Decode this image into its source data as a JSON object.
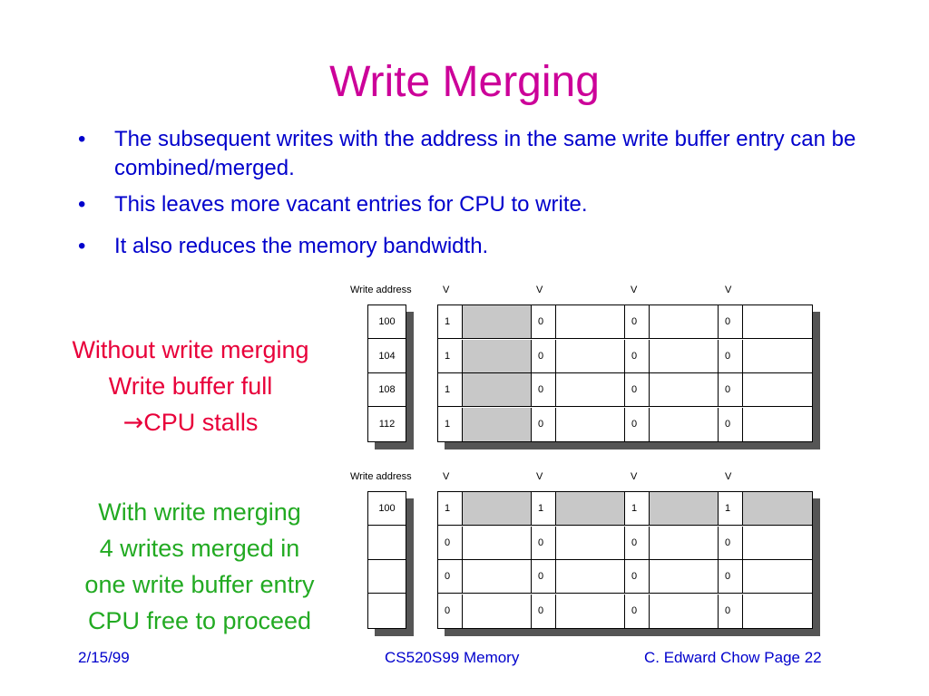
{
  "title": "Write Merging",
  "bullets": [
    "The subsequent writes with the address in the same write buffer entry can be combined/merged.",
    "This leaves more vacant entries for CPU to write.",
    "It also reduces the memory bandwidth."
  ],
  "without": {
    "line1": "Without write merging",
    "line2": "Write buffer full",
    "line3_arrow": "→",
    "line3_text": "CPU stalls"
  },
  "with": {
    "line1": "With write merging",
    "line2": "4 writes merged in",
    "line3": "one write buffer entry",
    "line4": "CPU free to proceed"
  },
  "diagram_headers": {
    "write_address": "Write address",
    "v": "V"
  },
  "diagram_top": {
    "addresses": [
      "100",
      "104",
      "108",
      "112"
    ],
    "valid": [
      [
        "1",
        "0",
        "0",
        "0"
      ],
      [
        "1",
        "0",
        "0",
        "0"
      ],
      [
        "1",
        "0",
        "0",
        "0"
      ],
      [
        "1",
        "0",
        "0",
        "0"
      ]
    ]
  },
  "diagram_bottom": {
    "addresses": [
      "100",
      "",
      "",
      ""
    ],
    "valid": [
      [
        "1",
        "1",
        "1",
        "1"
      ],
      [
        "0",
        "0",
        "0",
        "0"
      ],
      [
        "0",
        "0",
        "0",
        "0"
      ],
      [
        "0",
        "0",
        "0",
        "0"
      ]
    ]
  },
  "colors": {
    "title": "#cc0099",
    "bullets": "#0000cc",
    "without_text": "#e8003a",
    "with_text": "#22aa22",
    "filled_cell": "#c8c8c8",
    "shadow": "#555555"
  },
  "footer": {
    "date": "2/15/99",
    "course": "CS520S99 Memory",
    "author": "C. Edward Chow Page 22"
  }
}
